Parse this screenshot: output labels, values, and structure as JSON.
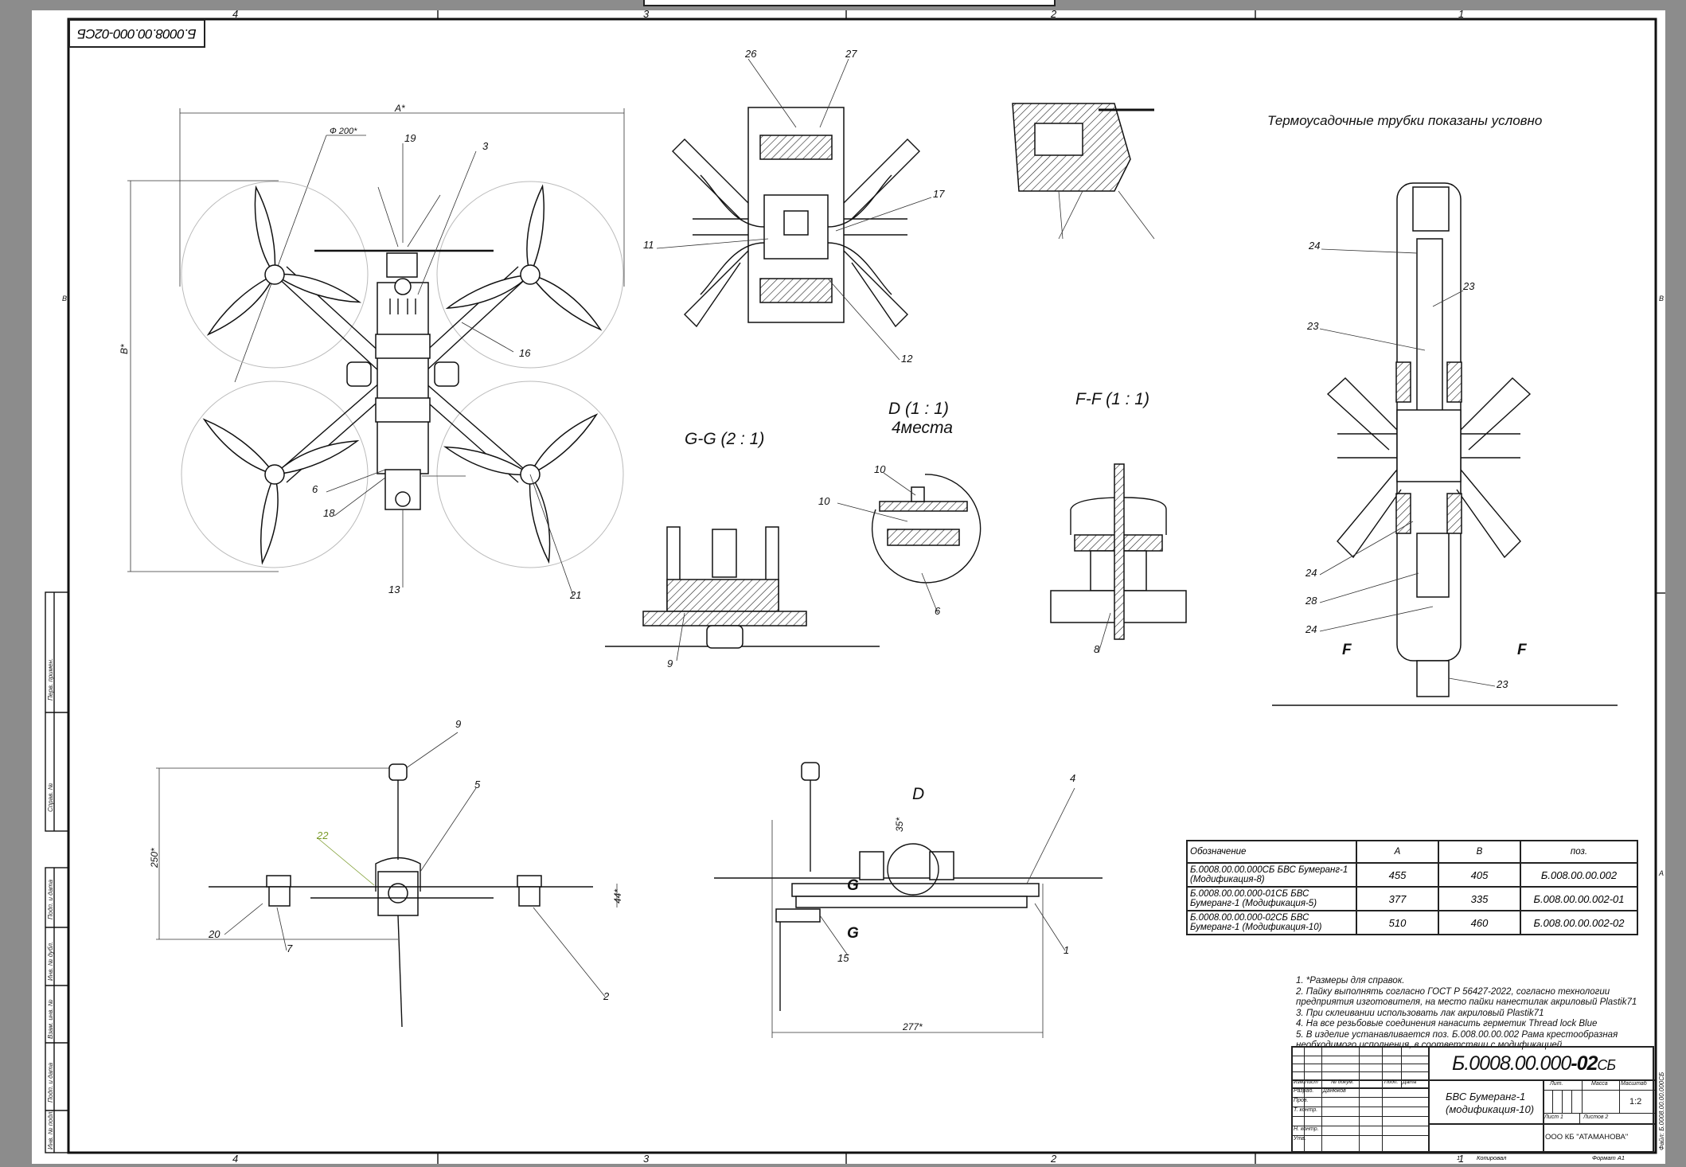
{
  "sheet": {
    "stamp_code": "Б.0008.00.000-02СБ",
    "zones_top": [
      "4",
      "3",
      "2",
      "1"
    ],
    "zones_bottom": [
      "4",
      "3",
      "2",
      "1"
    ],
    "zones_left": [
      "B"
    ],
    "zones_right": [
      "B",
      "A"
    ],
    "file_code": "Файл: Б.0008.00.00.000СБ"
  },
  "left_strip": {
    "labels": [
      "Перв. примен.",
      "Справ. №",
      "Подп. и дата",
      "Инв. № дубл.",
      "Взам. инв. №",
      "Подп. и дата",
      "Инв. № подл."
    ]
  },
  "heat_shrink_note": "Термоусадочные трубки показаны условно",
  "views": {
    "top": {
      "dim_a": "A*",
      "dim_b": "B*",
      "dim_diam": "Ф 200*",
      "callouts": [
        "19",
        "3",
        "16",
        "6",
        "18",
        "13",
        "21"
      ]
    },
    "detail_top": {
      "callouts": [
        "26",
        "27",
        "11",
        "17",
        "12"
      ]
    },
    "section_gg": {
      "title": "G-G (2 : 1)",
      "callouts": [
        "9"
      ]
    },
    "detail_d": {
      "title": "D (1 : 1)",
      "subtitle": "4места",
      "callouts": [
        "10",
        "10",
        "6"
      ]
    },
    "section_ff": {
      "title": "F-F (1 : 1)",
      "callouts": [
        "8"
      ]
    },
    "right_view": {
      "callouts": [
        "24",
        "23",
        "23",
        "24",
        "28",
        "24",
        "23"
      ],
      "section_mark": "F"
    },
    "side_left": {
      "dim_h": "250*",
      "dim_small": "44*",
      "callouts": [
        "9",
        "5",
        "22",
        "20",
        "7",
        "2"
      ]
    },
    "side_mid": {
      "detail_mark": "D",
      "section_mark": "G",
      "dim_angle": "35*",
      "dim_w": "277*",
      "callouts": [
        "4",
        "15",
        "1"
      ]
    }
  },
  "table": {
    "headers": [
      "Обозначение",
      "A",
      "B",
      "поз."
    ],
    "rows": [
      [
        "Б.0008.00.00.000СБ БВС Бумеранг-1 (Модификация-8)",
        "455",
        "405",
        "Б.008.00.00.002"
      ],
      [
        "Б.0008.00.00.000-01СБ БВС Бумеранг-1 (Модификация-5)",
        "377",
        "335",
        "Б.008.00.00.002-01"
      ],
      [
        "Б.0008.00.00.000-02СБ БВС Бумеранг-1 (Модификация-10)",
        "510",
        "460",
        "Б.008.00.00.002-02"
      ]
    ]
  },
  "notes": [
    "1.     *Размеры для справок.",
    "2.     Пайку выполнять согласно ГОСТ Р 56427-2022, согласно технологии",
    "предприятия изготовителя, на место пайки нанестилак акриловый Plastik71",
    "3.     При склеивании использовать лак акриловый Plastik71",
    "4.     На все резьбовые соединения нанасить герметик Thread lock Blue",
    "5.     В изделие устанавливается поз. Б.008.00.00.002 Рама крестообразная",
    "необходимого исполнения, в соответствии с модификацией."
  ],
  "title_block": {
    "designation": "Б.0008.00.000",
    "designation_suffix": "-02",
    "designation_tail": "СБ",
    "name_line1": "БВС Бумеранг-1",
    "name_line2": "(модификация-10)",
    "col_headers": [
      "Изм.",
      "Лист",
      "№ докум.",
      "Подп.",
      "Дата"
    ],
    "roles": [
      "Разраб.",
      "Пров.",
      "Т. контр.",
      "",
      "Н. контр.",
      "Утв."
    ],
    "developer": "Данюков",
    "lit": "Лит.",
    "mass": "Масса",
    "scale_label": "Масштаб",
    "scale": "1:2",
    "sheet": "Лист 1",
    "sheets": "Листов 2",
    "company": "ООО КБ \"АТАМАНОВА\""
  },
  "footer": {
    "page": "1",
    "copied": "Копировал",
    "format": "Формат А1"
  }
}
